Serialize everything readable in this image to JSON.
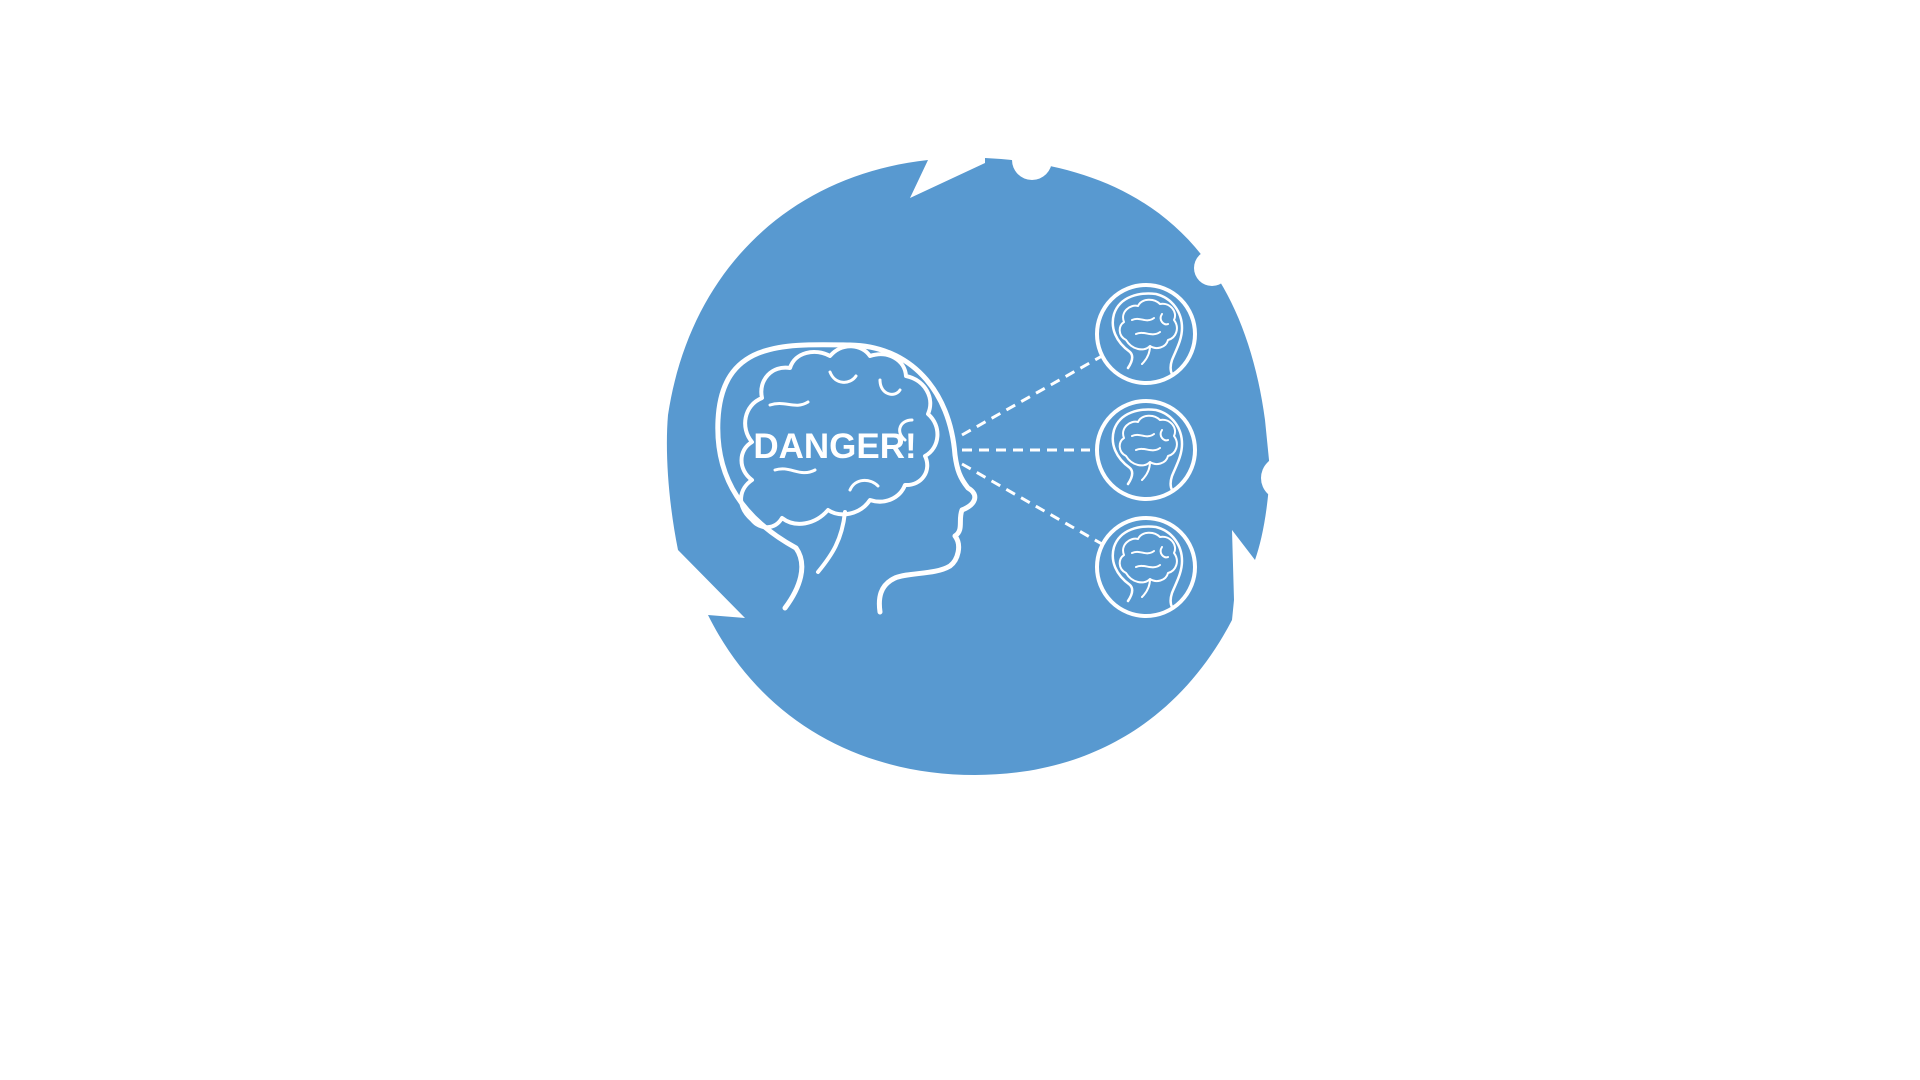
{
  "colors": {
    "background": "#ffffff",
    "disc": "#5899d0",
    "line": "#ffffff"
  },
  "main_head": {
    "label": "DANGER!",
    "icon": "head-profile-with-brain-icon"
  },
  "receivers": [
    {
      "icon": "head-with-brain-icon"
    },
    {
      "icon": "head-with-brain-icon"
    },
    {
      "icon": "head-with-brain-icon"
    }
  ],
  "connectors": {
    "style": "dashed",
    "count": 3
  }
}
